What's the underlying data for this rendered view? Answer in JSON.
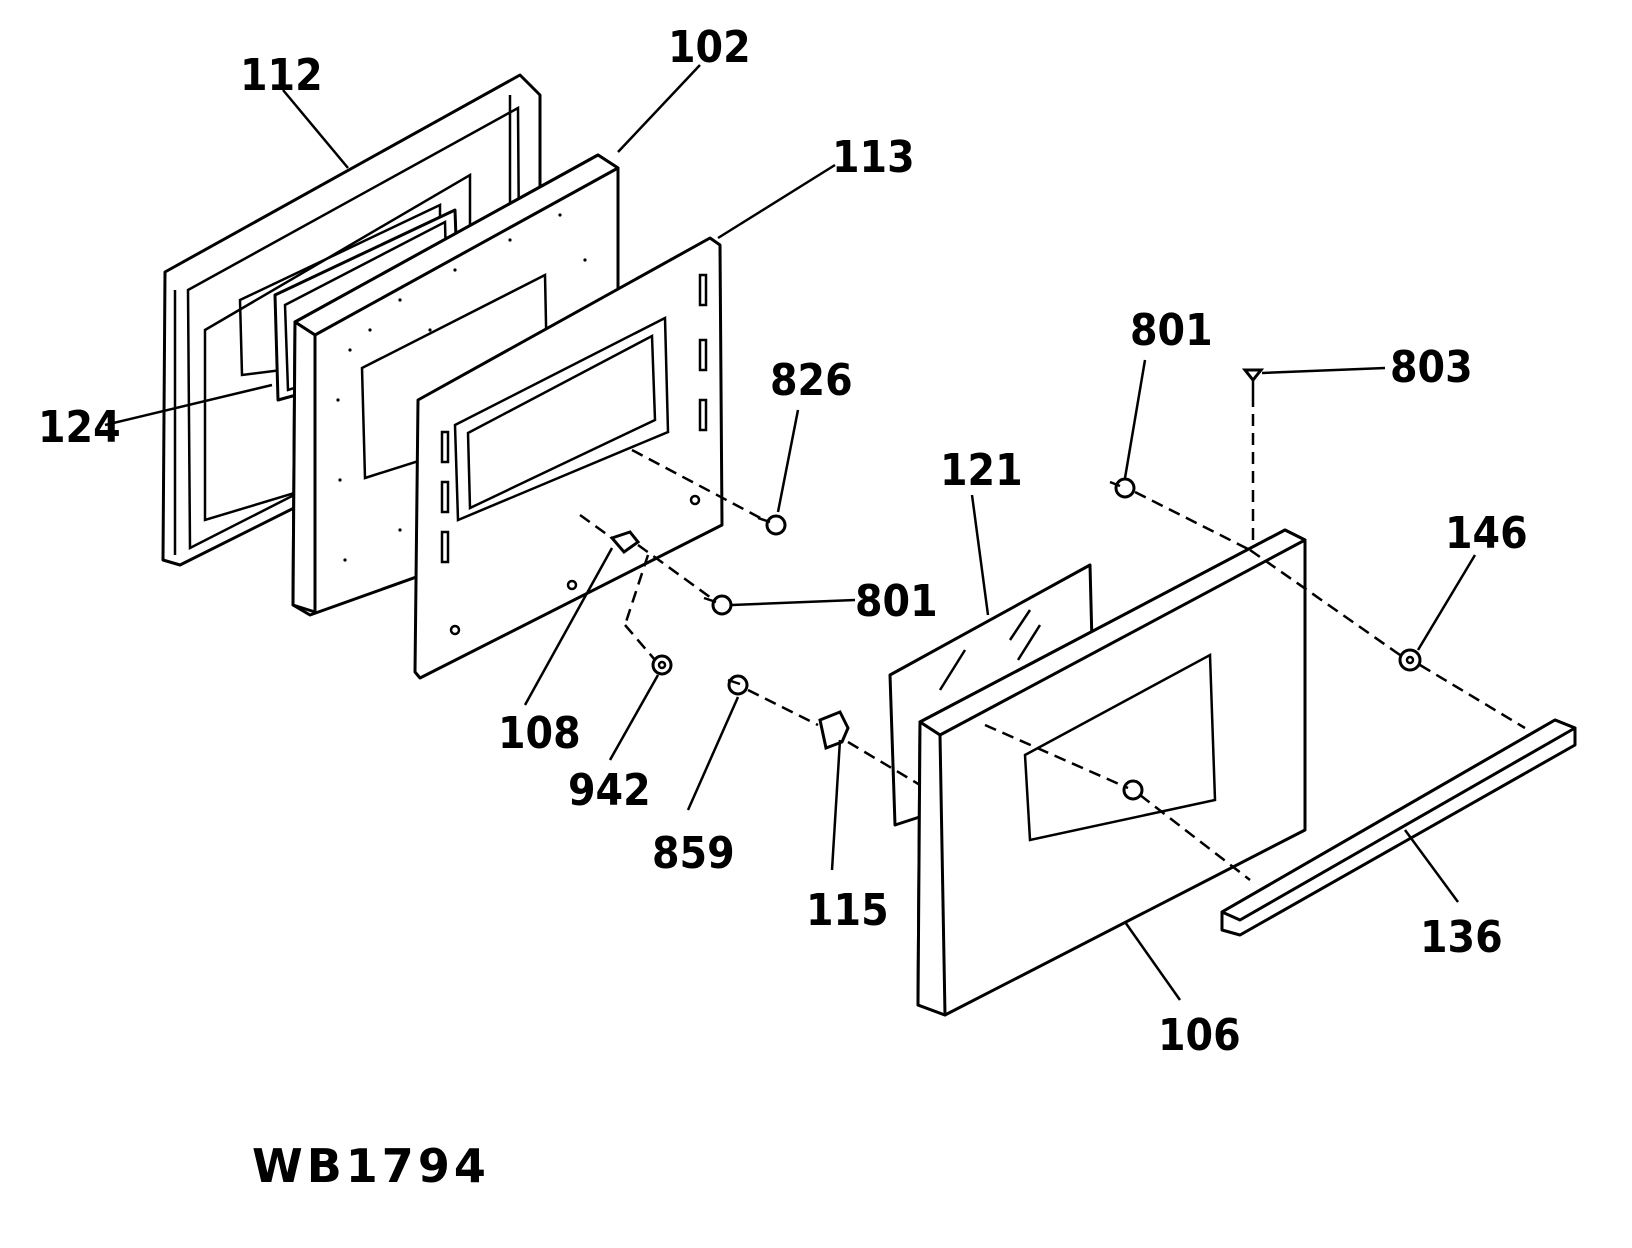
{
  "diagram": {
    "drawing_code": "WB1794",
    "part_labels": [
      "112",
      "102",
      "113",
      "124",
      "826",
      "801",
      "803",
      "801",
      "121",
      "146",
      "108",
      "942",
      "859",
      "115",
      "136",
      "106"
    ]
  }
}
